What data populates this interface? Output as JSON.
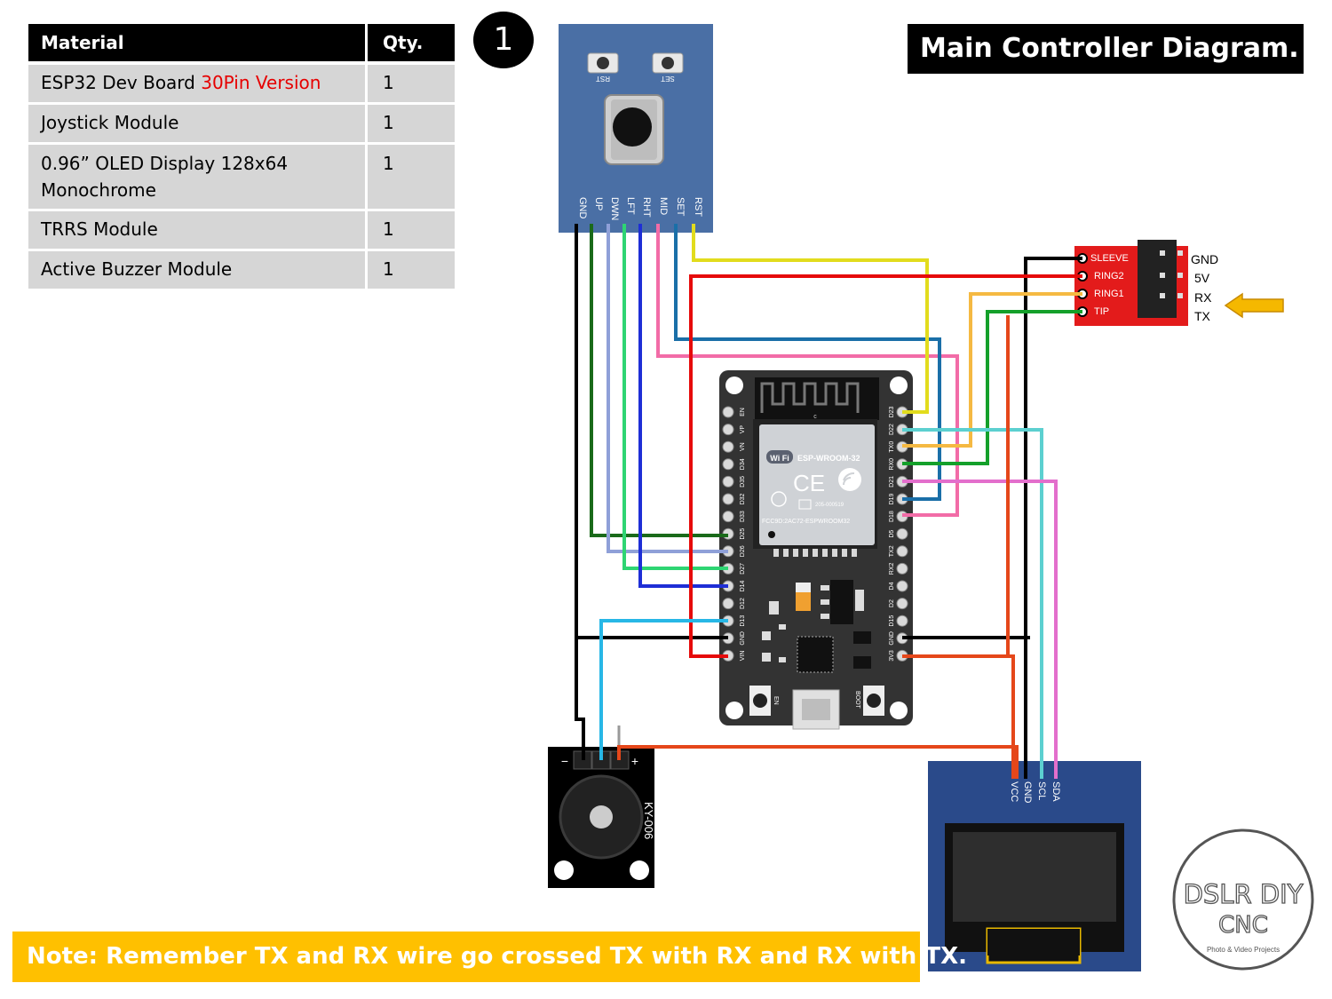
{
  "step_number": "1",
  "title": "Main Controller Diagram.",
  "bom": {
    "headers": [
      "Material",
      "Qty."
    ],
    "rows": [
      {
        "material": "ESP32 Dev Board ",
        "highlight": "30Pin Version",
        "qty": "1"
      },
      {
        "material": "Joystick Module",
        "qty": "1"
      },
      {
        "material_line1": "0.96” OLED Display 128x64",
        "material_line2": "Monochrome",
        "qty": "1"
      },
      {
        "material": "TRRS Module",
        "qty": "1"
      },
      {
        "material": "Active Buzzer Module",
        "qty": "1"
      }
    ]
  },
  "joystick": {
    "button_labels": [
      "RST",
      "SET"
    ],
    "pins": [
      "GND",
      "UP",
      "DWN",
      "LFT",
      "RHT",
      "MID",
      "SET",
      "RST"
    ]
  },
  "trrs": {
    "pin_labels": [
      "SLEEVE",
      "RING2",
      "RING1",
      "TIP"
    ],
    "side_labels": [
      "GND",
      "5V",
      "RX",
      "TX"
    ]
  },
  "esp32": {
    "left_pins": [
      "EN",
      "VP",
      "VN",
      "D34",
      "D35",
      "D32",
      "D33",
      "D25",
      "D26",
      "D27",
      "D14",
      "D12",
      "D13",
      "GND",
      "VIN"
    ],
    "right_pins": [
      "D23",
      "D22",
      "TX0",
      "RX0",
      "D21",
      "D19",
      "D18",
      "D5",
      "TX2",
      "RX2",
      "D4",
      "D2",
      "D15",
      "GND",
      "3V3"
    ],
    "module_name": "ESP-WROOM-32",
    "wifi_badge": "Wi Fi",
    "ce_mark": "CE",
    "cert_code": "205-000519",
    "fcc_id": "FCC9D:2AC72-ESPWROOM32",
    "button_en": "EN",
    "button_boot": "BOOT"
  },
  "buzzer": {
    "model": "KY-006",
    "minus": "−",
    "plus": "+"
  },
  "oled": {
    "pins": [
      "VCC",
      "GND",
      "SCL",
      "SDA"
    ]
  },
  "logo": {
    "line1": "DSLR DIY",
    "line2": "CNC",
    "tagline": "Photo & Video Projects"
  },
  "note": "Note: Remember TX and RX wire go crossed TX with RX and RX with TX.",
  "colors": {
    "joystick_board": "#4a6fa5",
    "esp_board": "#333333",
    "trrs_board": "#e31b1b",
    "oled_board": "#2a4a8a",
    "note_bg": "#ffc000",
    "arrow": "#f5b800",
    "wire_black": "#000000",
    "wire_dark_green": "#1a6a1a",
    "wire_lavender": "#8fa0d8",
    "wire_green": "#2ed573",
    "wire_blue": "#1e2ed6",
    "wire_pink": "#f26ca7",
    "wire_teal": "#1a6fa8",
    "wire_yellow": "#e2dc1d",
    "wire_red": "#e60a0a",
    "wire_orange": "#f5b942",
    "wire_green2": "#14a02a",
    "wire_cyan": "#5cd0d0",
    "wire_magenta": "#e36fcc",
    "wire_orange_red": "#e5471a",
    "wire_sky": "#27b7e6"
  }
}
